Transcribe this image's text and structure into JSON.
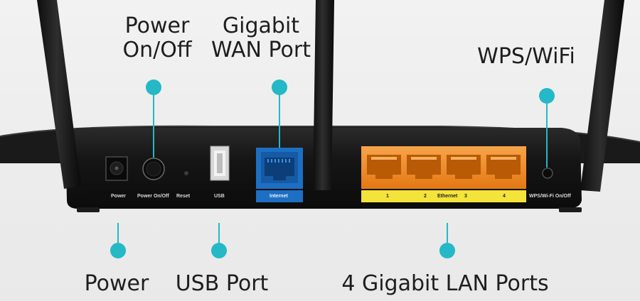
{
  "callouts": {
    "power_onoff": [
      "Power",
      "On/Off"
    ],
    "gigabit_wan": [
      "Gigabit",
      "WAN Port"
    ],
    "wps_wifi": "WPS/WiFi",
    "power": "Power",
    "usb_port": "USB Port",
    "lan_ports": "4 Gigabit LAN Ports"
  },
  "back_panel_labels": {
    "power": "Power",
    "power_onoff": "Power On/Off",
    "reset": "Reset",
    "usb": "USB",
    "internet": "Internet",
    "lan1": "1",
    "lan2": "2",
    "ethernet": "Ethernet",
    "lan3": "3",
    "lan4": "4",
    "wps_wifi_onoff": "WPS/Wi-Fi On/Off"
  },
  "colors": {
    "accent": "#25b8c6",
    "wan_port": "#1d6fc4",
    "lan_ports": "#f28a1e",
    "lan_label_strip": "#f4e33a",
    "router_body": "#121212"
  }
}
